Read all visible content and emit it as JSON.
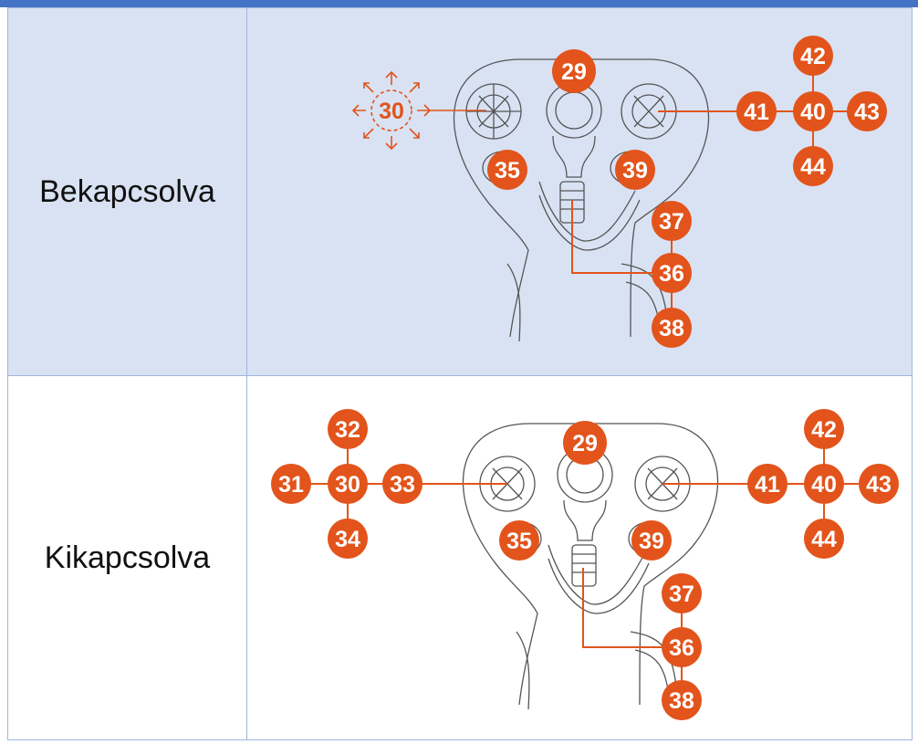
{
  "rows": [
    {
      "label": "Bekapcsolva"
    },
    {
      "label": "Kikapcsolva"
    }
  ],
  "colors": {
    "header": "#4472c4",
    "row_on": "#d9e2f3",
    "callout": "#e2541b",
    "outline": "#555555"
  },
  "row1_callouts": {
    "hat": "30",
    "trigger": "29",
    "r_center": "40",
    "r_up": "42",
    "r_left": "41",
    "r_right": "43",
    "r_down": "44",
    "btn_left": "35",
    "btn_right": "39",
    "wheel_up": "37",
    "wheel": "36",
    "wheel_down": "38"
  },
  "row2_callouts": {
    "l_center": "30",
    "l_up": "32",
    "l_left": "31",
    "l_right": "33",
    "l_down": "34",
    "trigger": "29",
    "r_center": "40",
    "r_up": "42",
    "r_left": "41",
    "r_right": "43",
    "r_down": "44",
    "btn_left": "35",
    "btn_right": "39",
    "wheel_up": "37",
    "wheel": "36",
    "wheel_down": "38"
  }
}
